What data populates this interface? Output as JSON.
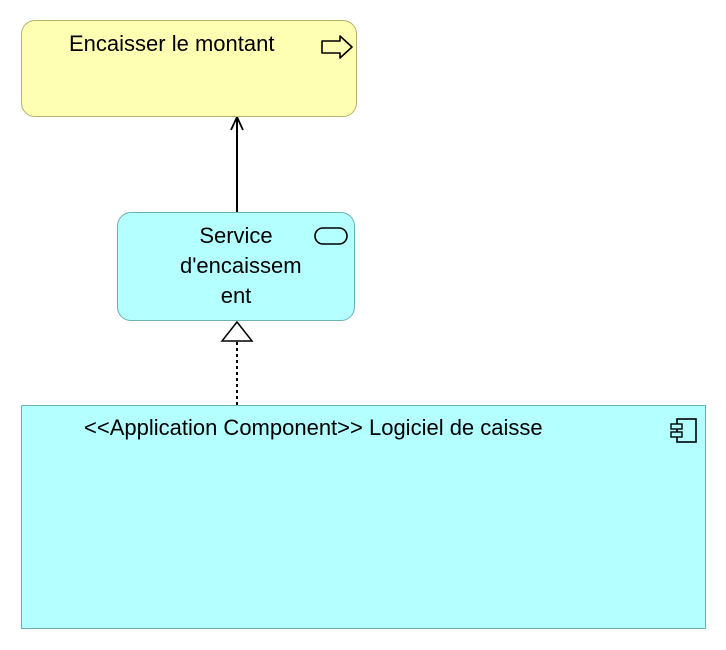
{
  "diagram": {
    "process": {
      "label": "Encaisser le montant",
      "icon": "process-arrow-icon",
      "fill": "#ffffb4",
      "stroke": "#b3b36b"
    },
    "service": {
      "label": "Service\nd'encaissem\nent",
      "icon": "service-pill-icon",
      "fill": "#b4ffff",
      "stroke": "#6bb3b3"
    },
    "component": {
      "label": "<<Application Component>> Logiciel de caisse",
      "icon": "application-component-icon",
      "fill": "#b4ffff",
      "stroke": "#6bb3b3"
    },
    "relations": [
      {
        "type": "serving",
        "from": "service",
        "to": "process"
      },
      {
        "type": "realization",
        "from": "component",
        "to": "service"
      }
    ]
  }
}
